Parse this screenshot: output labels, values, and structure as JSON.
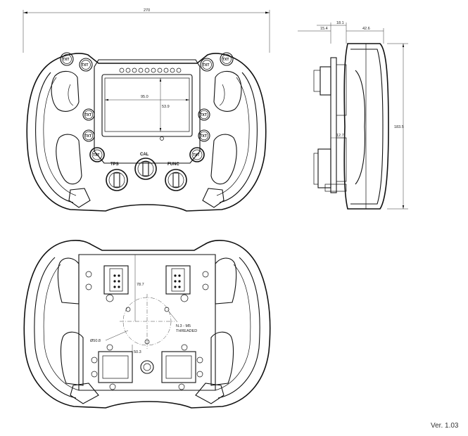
{
  "front_view": {
    "overall_width": "270",
    "display_width": "95.0",
    "display_height": "53.9",
    "button_label": "TXT",
    "knobs": [
      "TPS",
      "CAL",
      "FUNC"
    ]
  },
  "side_view": {
    "dim_top_a": "18.1",
    "dim_top_b": "15.4",
    "dim_top_c": "42.6",
    "dim_height": "183.5",
    "dim_lower": "12.7"
  },
  "rear_view": {
    "dim_vertical": "78.7",
    "dim_circle": "Ø50.8",
    "dim_lower": "50.3",
    "note_line1": "N.3 - M5",
    "note_line2": "THREADED"
  },
  "footer": {
    "version": "Ver. 1.03"
  }
}
